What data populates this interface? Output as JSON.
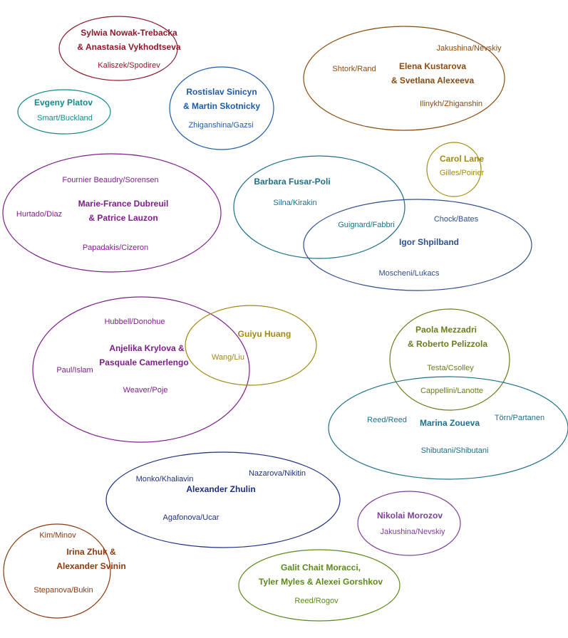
{
  "colors": {
    "maroon": "#8b1a2b",
    "brown": "#8b4a0e",
    "teal": "#138a8a",
    "blue": "#1f5aa8",
    "purple": "#7d1f8a",
    "olive": "#a08a12",
    "tealblue": "#1f6f8a",
    "slateblue": "#2f4f8f",
    "olivegreen": "#6a7d1a",
    "navy": "#1f2f80",
    "violet": "#7d3f9a",
    "darkbrown": "#8b3a0e",
    "green": "#5c8a1a"
  },
  "groups": [
    {
      "id": "nowak",
      "color": "maroon",
      "coach": [
        "Sylwia Nowak-Trebacka",
        "& Anastasia Vykhodtseva"
      ],
      "teams": [
        "Kaliszek/Spodirev"
      ]
    },
    {
      "id": "kustarova",
      "color": "brown",
      "coach": [
        "Elena Kustarova",
        "& Svetlana Alexeeva"
      ],
      "teams": [
        "Jakushina/Nevskiy",
        "Shtork/Rand",
        "Ilinykh/Zhiganshin"
      ]
    },
    {
      "id": "platov",
      "color": "teal",
      "coach": [
        "Evgeny Platov"
      ],
      "teams": [
        "Smart/Buckland"
      ]
    },
    {
      "id": "sinicyn",
      "color": "blue",
      "coach": [
        "Rostislav Sinicyn",
        "& Martin Skotnicky"
      ],
      "teams": [
        "Zhiganshina/Gazsi"
      ]
    },
    {
      "id": "dubreuil",
      "color": "purple",
      "coach": [
        "Marie-France Dubreuil",
        "& Patrice Lauzon"
      ],
      "teams": [
        "Fournier Beaudry/Sorensen",
        "Hurtado/Diaz",
        "Papadakis/Cizeron"
      ]
    },
    {
      "id": "lane",
      "color": "olive",
      "coach": [
        "Carol Lane"
      ],
      "teams": [
        "Gilles/Poirier"
      ]
    },
    {
      "id": "fusarpoli",
      "color": "tealblue",
      "coach": [
        "Barbara Fusar-Poli"
      ],
      "teams": [
        "Silna/Kirakin"
      ]
    },
    {
      "id": "shpilband",
      "color": "slateblue",
      "coach": [
        "Igor Shpilband"
      ],
      "teams": [
        "Chock/Bates",
        "Moscheni/Lukacs"
      ]
    },
    {
      "id": "krylova",
      "color": "purple",
      "coach": [
        "Anjelika Krylova &",
        "Pasquale Camerlengo"
      ],
      "teams": [
        "Hubbell/Donohue",
        "Paul/Islam",
        "Weaver/Poje"
      ]
    },
    {
      "id": "huang",
      "color": "olive",
      "coach": [
        "Guiyu Huang"
      ],
      "teams": []
    },
    {
      "id": "mezzadri",
      "color": "olivegreen",
      "coach": [
        "Paola Mezzadri",
        "& Roberto Pelizzola"
      ],
      "teams": [
        "Testa/Csolley"
      ]
    },
    {
      "id": "zoueva",
      "color": "tealblue",
      "coach": [
        "Marina Zoueva"
      ],
      "teams": [
        "Reed/Reed",
        "Törn/Partanen",
        "Shibutani/Shibutani"
      ]
    },
    {
      "id": "zhulin",
      "color": "navy",
      "coach": [
        "Alexander Zhulin"
      ],
      "teams": [
        "Monko/Khaliavin",
        "Nazarova/Nikitin",
        "Agafonova/Ucar"
      ]
    },
    {
      "id": "morozov",
      "color": "violet",
      "coach": [
        "Nikolai Morozov"
      ],
      "teams": [
        "Jakushina/Nevskiy"
      ]
    },
    {
      "id": "zhuk",
      "color": "darkbrown",
      "coach": [
        "Irina Zhuk &",
        "Alexander Svinin"
      ],
      "teams": [
        "Kim/Minov",
        "Stepanova/Bukin"
      ]
    },
    {
      "id": "gorshkov",
      "color": "green",
      "coach": [
        "Galit Chait Moracci,",
        "Tyler Myles & Alexei Gorshkov"
      ],
      "teams": [
        "Reed/Rogov"
      ]
    }
  ],
  "shared_teams": [
    {
      "teams": "Guignard/Fabbri",
      "groups": [
        "fusarpoli",
        "shpilband"
      ],
      "color": "tealblue"
    },
    {
      "teams": "Wang/Liu",
      "groups": [
        "krylova",
        "huang"
      ],
      "color": "olive"
    },
    {
      "teams": "Cappellini/Lanotte",
      "groups": [
        "mezzadri",
        "zoueva"
      ],
      "color": "olivegreen"
    }
  ]
}
